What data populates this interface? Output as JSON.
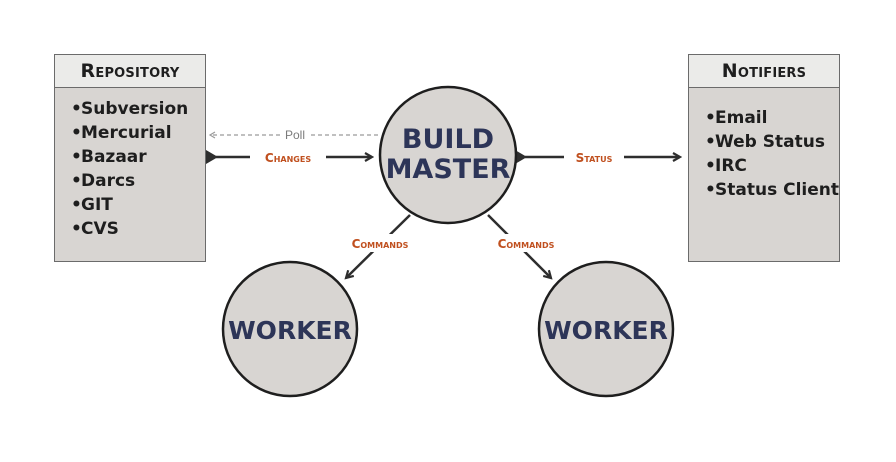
{
  "repository": {
    "title": "Repository",
    "items": [
      "Subversion",
      "Mercurial",
      "Bazaar",
      "Darcs",
      "GIT",
      "CVS"
    ]
  },
  "notifiers": {
    "title": "Notifiers",
    "items": [
      "Email",
      "Web Status",
      "IRC",
      "Status Client"
    ]
  },
  "nodes": {
    "build_master_line1": "BUILD",
    "build_master_line2": "MASTER",
    "worker_left": "WORKER",
    "worker_right": "WORKER"
  },
  "edges": {
    "poll": "Poll",
    "changes": "Changes",
    "status": "Status",
    "commands_left": "Commands",
    "commands_right": "Commands"
  },
  "colors": {
    "node_fill": "#d8d5d2",
    "node_text": "#2d3558",
    "edge_label": "#c0501f",
    "poll_line": "#9a9a9a",
    "arrow": "#2e2e2e"
  }
}
